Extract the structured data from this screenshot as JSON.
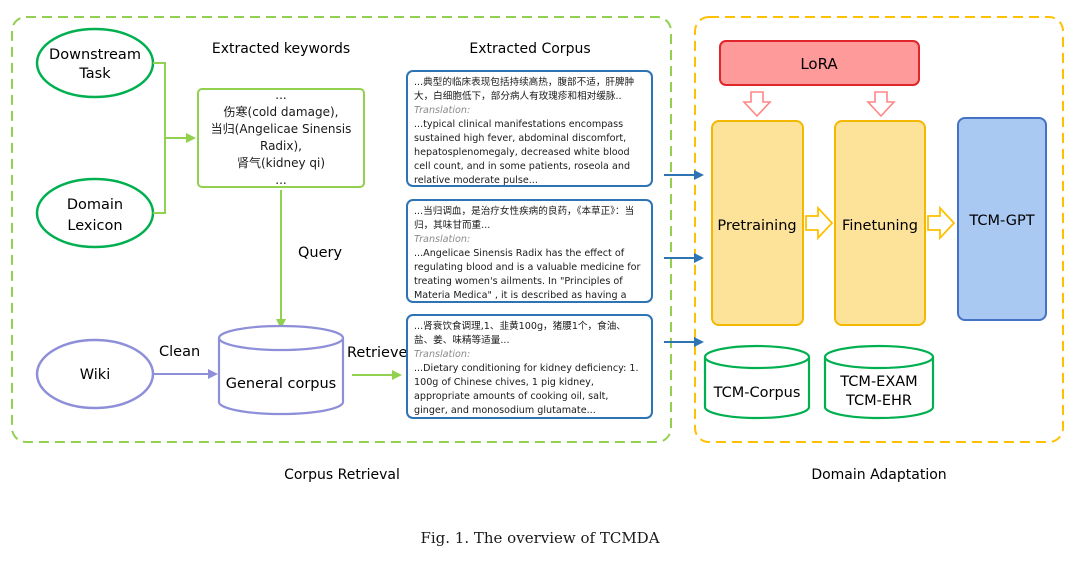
{
  "nodes": {
    "downstream_task": [
      "Downstream",
      "Task"
    ],
    "domain_lexicon": [
      "Domain",
      "Lexicon"
    ],
    "wiki": "Wiki",
    "general_corpus": "General corpus",
    "lora": "LoRA",
    "pretraining": "Pretraining",
    "finetuning": "Finetuning",
    "tcm_gpt": "TCM-GPT",
    "tcm_corpus": "TCM-Corpus",
    "tcm_exam_ehr": [
      "TCM-EXAM",
      "TCM-EHR"
    ]
  },
  "headings": {
    "extracted_keywords": "Extracted keywords",
    "extracted_corpus": "Extracted Corpus"
  },
  "edge_labels": {
    "query": "Query",
    "clean": "Clean",
    "retrieve": "Retrieve"
  },
  "keywords": [
    "...",
    "伤寒(cold damage),",
    "当归(Angelicae Sinensis Radix),",
    "肾气(kidney qi)",
    "..."
  ],
  "corpus": [
    {
      "zh": "...典型的临床表现包括持续高热，腹部不适，肝脾肿大，白细胞低下，部分病人有玫瑰疹和相对缓脉..",
      "translation_label": "Translation:",
      "en": "...typical clinical manifestations encompass sustained high fever, abdominal discomfort, hepatosplenomegaly, decreased white blood cell count, and in some patients, roseola and relative moderate pulse..."
    },
    {
      "zh": "...当归调血，是治疗女性疾病的良药，《本草正》：当归，其味甘而重...",
      "translation_label": "Translation:",
      "en": "...Angelicae Sinensis Radix has the effect of regulating blood and is a valuable medicine for treating women's ailments. In \"Principles of Materia Medica\" , it is described as having a sweet and heavy taste...."
    },
    {
      "zh": "...肾衰饮食调理,1、韭黄100g，猪腰1个，食油、盐、姜、味精等适量...",
      "translation_label": "Translation:",
      "en": "...Dietary conditioning for kidney deficiency: 1. 100g of Chinese chives, 1 pig kidney, appropriate amounts of cooking oil, salt, ginger, and monosodium glutamate..."
    }
  ],
  "sections": {
    "left": "Corpus Retrieval",
    "right": "Domain Adaptation"
  },
  "caption": "Fig. 1.  The overview of TCMDA",
  "colors": {
    "green": "#92d050",
    "yellow": "#ffc000",
    "blue": "#2e74b5",
    "ellipse_green": "#00b050",
    "wiki_purple": "#8e8fd8",
    "lora_fill": "#ff9a9a",
    "lora_stroke": "#e0262a",
    "stage_fill": "#fde29a",
    "stage_stroke": "#f5b800",
    "gpt_fill": "#a9c9f2",
    "gpt_stroke": "#4472c4"
  }
}
